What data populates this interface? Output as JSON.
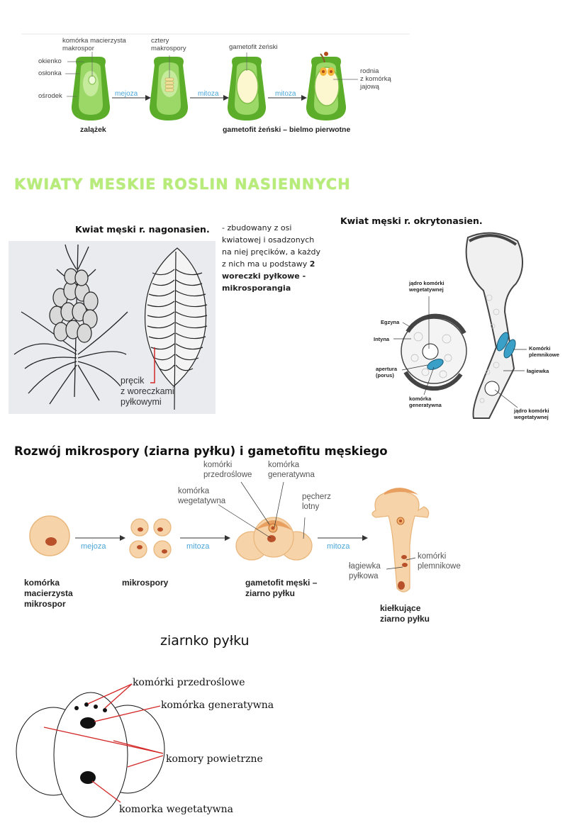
{
  "ovule_diagram": {
    "labels": {
      "macro_mother": "komórka macierzysta\nmakrospor",
      "four_macro": "cztery\nmakrospory",
      "female_gametophyte": "gametofit żeński",
      "micropyle": "okienko",
      "integument": "osłonka",
      "nucellus": "ośrodek",
      "archegonia": "rodnia\nz komórką\njajową"
    },
    "arrows": [
      "mejoza",
      "mitoza",
      "mitoza"
    ],
    "captions": {
      "ovule": "zalążek",
      "gametophyte": "gametofit żeński – bielmo pierwotne"
    }
  },
  "heading": "KWIATY MESKIE ROSLIN NASIENNYCH",
  "gymnosperm": {
    "title": "Kwiat męski r. nagonasien.",
    "stamen_label": "pręcik\nz woreczkami\npyłkowymi",
    "description_plain": "- zbudowany z osi kwiatowej i osadzonych na niej pręcików, a każdy z nich ma u podstawy",
    "description_bold": "2 woreczki pyłkowe - mikrosporangia"
  },
  "angiosperm": {
    "title": "Kwiat męski r. okrytonasien.",
    "labels": {
      "veg_nucleus_top": "jądro komórki\nwegetatywnej",
      "exine": "Egzyna",
      "intine": "Intyna",
      "aperture": "apertura\n(porus)",
      "generative": "komórka\ngeneratywna",
      "sperm": "Komórki\nplemnikowe",
      "tube": "łagiewka",
      "veg_nucleus_bottom": "jądro komórki\nwegetatywnej"
    }
  },
  "development": {
    "title": "Rozwój mikrospory (ziarna pyłku) i gametofitu męskiego",
    "labels": {
      "prothallial": "komórki\nprzedroślowe",
      "generative": "komórka\ngeneratywna",
      "vegetative": "komórka\nwegetatywna",
      "air_sac": "pęcherz\nlotny",
      "sperm_cells": "komórki\nplemnikowe",
      "pollen_tube": "łagiewka\npyłkowa"
    },
    "arrows": [
      "mejoza",
      "mitoza",
      "mitoza"
    ],
    "captions": {
      "mother": "komórka\nmacierzysta\nmikrospor",
      "microspores": "mikrospory",
      "gametophyte": "gametofit męski –\nziarno pyłku",
      "germinating": "kiełkujące\nziarno pyłku"
    }
  },
  "pollen_grain": {
    "title": "ziarnko pyłku",
    "labels": {
      "prothallial": "komórki przedroślowe",
      "generative": "komórka generatywna",
      "air_sacs": "komory powietrzne",
      "vegetative": "komorka wegetatywna"
    }
  },
  "colors": {
    "green_dark": "#5cae2a",
    "green_light": "#c6eb9c",
    "heading_green": "#b8ec7a",
    "arrow_blue": "#4aa6d8",
    "pollen_orange": "#f6d3a8",
    "pollen_dark": "#b8502a",
    "red_line": "#d42a2a",
    "cell_blue": "#3aa0c8"
  }
}
